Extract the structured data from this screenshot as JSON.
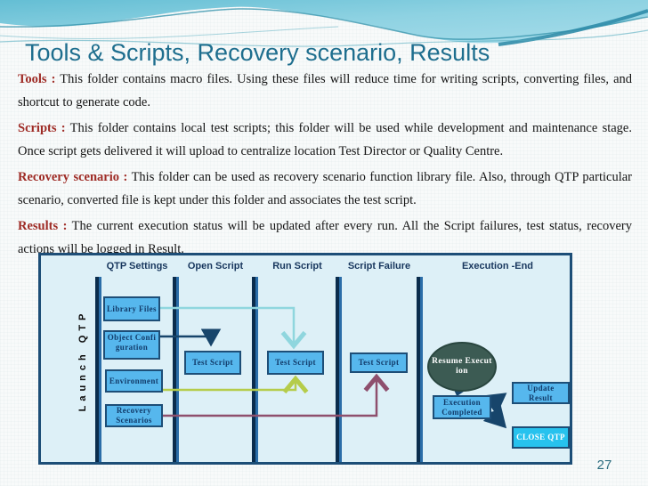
{
  "slide": {
    "title": "Tools & Scripts, Recovery scenario, Results",
    "page_number": "27"
  },
  "paragraphs": [
    {
      "lead": "Tools :",
      "text": "This folder contains macro files. Using these files will reduce time for writing scripts, converting files, and shortcut to generate code."
    },
    {
      "lead": "Scripts :",
      "text": "This folder contains local test scripts; this folder will be used while development and maintenance stage. Once script gets delivered it will upload to centralize location Test Director or Quality Centre."
    },
    {
      "lead": "Recovery scenario :",
      "text": "This folder can be used as recovery scenario function library file. Also, through QTP particular scenario, converted file is kept under this folder and associates the test script."
    },
    {
      "lead": "Results :",
      "text": "The current execution status will be updated after every run.  All the Script failures, test status, recovery actions will be logged in Result."
    }
  ],
  "diagram": {
    "lane_label": "Launch QTP",
    "headers": [
      "QTP Settings",
      "Open Script",
      "Run Script",
      "Script Failure",
      "Execution -End"
    ],
    "boxes": {
      "library_files": "Library Files",
      "object_configuration": "Object Configuration",
      "environment": "Environment",
      "recovery_scenarios": "Recovery Scenarios",
      "test_script_open": "Test Script",
      "test_script_run": "Test Script",
      "test_script_failure": "Test Script",
      "resume_execution": "Resume Execution",
      "execution_completed": "Execution Completed",
      "update_result": "Update Result",
      "close_qtp": "CLOSE QTP"
    },
    "colors": {
      "title_teal": "#1e6e8e",
      "lead_red": "#9e2b25",
      "diagram_bg": "#ddf0f7",
      "navy": "#17456b",
      "lane_bar": "#0a2c4c",
      "box_fill": "#56b7ed",
      "box_border": "#1d4e77",
      "ellipse_fill": "#3c5b53",
      "close_qtp_fill": "#27c2ee",
      "arrow_cyan": "#8fd6de",
      "arrow_green": "#b5cc4a",
      "arrow_purple": "#8e4f6d",
      "page_number": "#2e6e80"
    }
  }
}
